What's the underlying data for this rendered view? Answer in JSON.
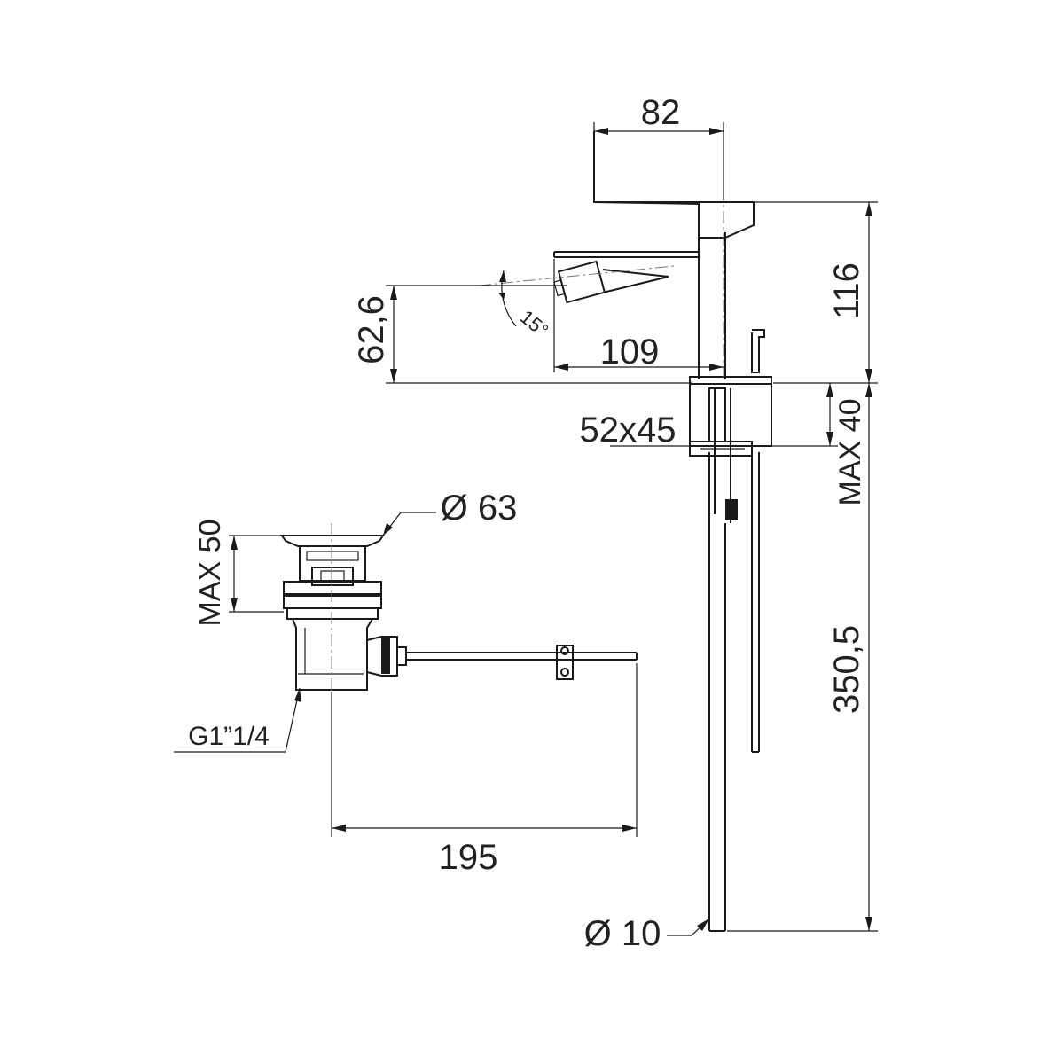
{
  "dimensions": {
    "spout_top_width": "82",
    "body_height": "116",
    "nozzle_height": "62,6",
    "spout_reach": "109",
    "nozzle_angle": "15°",
    "base_size": "52x45",
    "deck_thickness": "MAX 40",
    "hose_length": "350,5",
    "hose_diameter": "Ø 10",
    "waste_flange_diameter": "Ø 63",
    "waste_max_thickness": "MAX 50",
    "waste_thread": "G1”1/4",
    "pop_up_rod_length": "195"
  },
  "colors": {
    "line": "#1a1a1a",
    "background": "#ffffff"
  }
}
